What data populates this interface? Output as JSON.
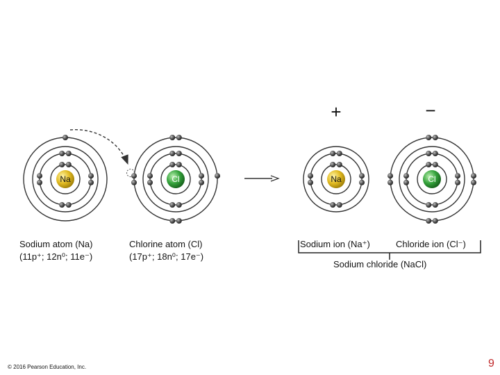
{
  "atoms": {
    "sodium_atom": {
      "symbol": "Na",
      "caption_line1": "Sodium atom (Na)",
      "caption_line2": "(11p⁺; 12n⁰; 11e⁻)",
      "nucleus_color": "#d9b21a",
      "electrons_per_shell": [
        2,
        8,
        1
      ]
    },
    "chlorine_atom": {
      "symbol": "Cl",
      "caption_line1": "Chlorine atom (Cl)",
      "caption_line2": "(17p⁺; 18n⁰; 17e⁻)",
      "nucleus_color": "#2e9a3a",
      "electrons_per_shell": [
        2,
        8,
        7
      ]
    },
    "sodium_ion": {
      "symbol": "Na",
      "caption": "Sodium ion (Na⁺)",
      "charge": "+",
      "nucleus_color": "#d9b21a",
      "electrons_per_shell": [
        2,
        8
      ]
    },
    "chloride_ion": {
      "symbol": "Cl",
      "caption": "Chloride ion (Cl⁻)",
      "charge": "−",
      "nucleus_color": "#2e9a3a",
      "electrons_per_shell": [
        2,
        8,
        8
      ]
    }
  },
  "compound_label": "Sodium chloride (NaCl)",
  "copyright": "© 2016 Pearson Education, Inc.",
  "page_number": "9",
  "colors": {
    "electron": "#4a4a4a",
    "shell": "#333333",
    "page_number": "#c0282a"
  }
}
